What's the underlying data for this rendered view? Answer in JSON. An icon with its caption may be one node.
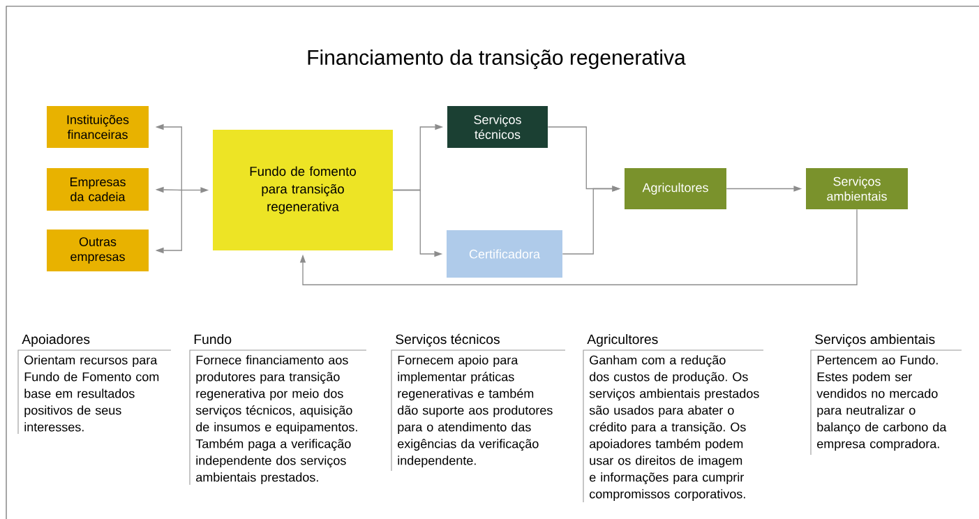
{
  "diagram": {
    "title": "Financiamento da transição regenerativa",
    "nodes": [
      {
        "text": [
          "Instituições financeiras"
        ]
      },
      {
        "text": [
          "Empresas da cadeia"
        ]
      },
      {
        "text": [
          "Outras empresas"
        ]
      },
      {
        "text": [
          "Fundo de fomento para transição regenerativa"
        ]
      },
      {
        "text": [
          "Serviços técnicos"
        ]
      },
      {
        "text": [
          "Certificadora"
        ]
      },
      {
        "text": [
          "Agricultores"
        ]
      },
      {
        "text": [
          "Serviços ambientais"
        ]
      },
      {
        "text": [
          "Apoiadores",
          "Orientam recursos para Fundo de Fomento com base em resultados positivos de seus interesses."
        ]
      },
      {
        "text": [
          "Fundo",
          "Fornece financiamento aos produtores para transição regenerativa por meio dos serviços técnicos, aquisição de insumos e equipamentos. Também paga a verificação independente dos serviços ambientais prestados."
        ]
      },
      {
        "text": [
          "Serviços técnicos",
          "Fornecem apoio para implementar práticas regenerativas e também dão suporte aos produtores para o atendimento das exigências da verificação independente."
        ]
      },
      {
        "text": [
          "Agricultores",
          "Ganham com a redução dos custos de produção. Os serviços ambientais prestados são usados para abater o crédito para a transição. Os apoiadores também podem usar os direitos de imagem e informações para cumprir compromissos corporativos."
        ]
      },
      {
        "text": [
          "Serviços ambientais",
          "Pertencem ao Fundo. Estes podem ser vendidos no mercado para neutralizar o balanço de carbono da empresa compradora."
        ]
      }
    ],
    "edges": [
      {
        "from": 0,
        "to": 3,
        "arrow": "both"
      },
      {
        "from": 1,
        "to": 3,
        "arrow": "both"
      },
      {
        "from": 2,
        "to": 3,
        "arrow": "both"
      },
      {
        "from": 3,
        "to": 4,
        "arrow": "to"
      },
      {
        "from": 3,
        "to": 5,
        "arrow": "to"
      },
      {
        "from": 4,
        "to": 6,
        "arrow": "to"
      },
      {
        "from": 5,
        "to": 6,
        "arrow": "to"
      },
      {
        "from": 6,
        "to": 7,
        "arrow": "to"
      },
      {
        "from": 7,
        "to": 3,
        "arrow": "to"
      }
    ]
  }
}
